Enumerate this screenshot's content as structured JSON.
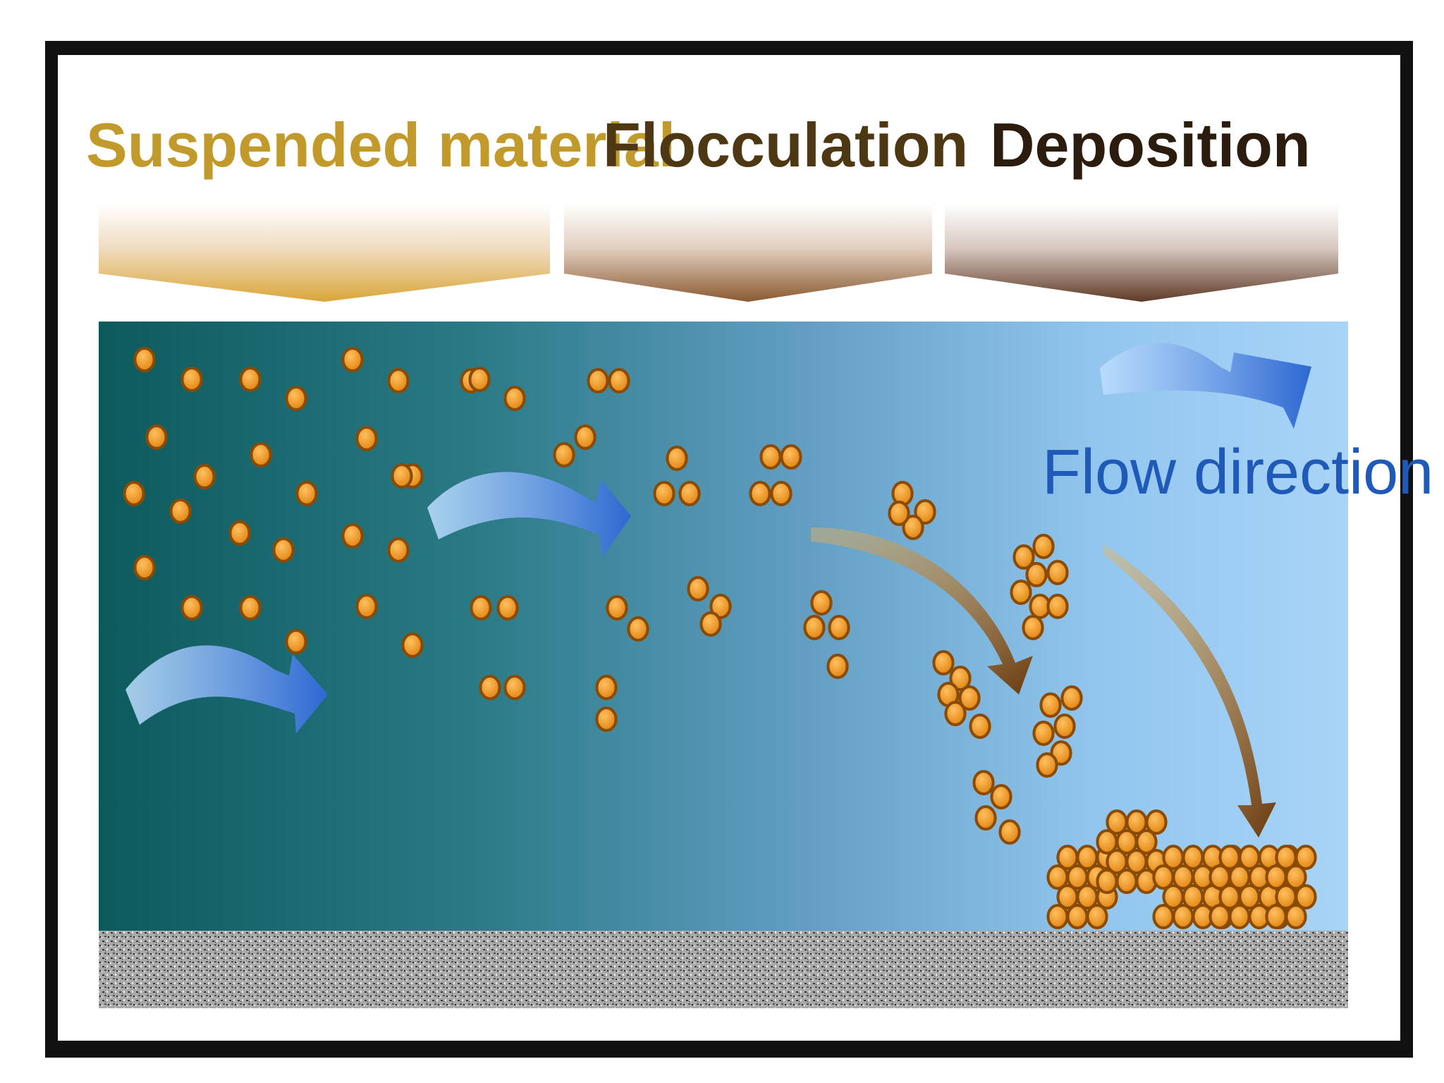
{
  "stages": [
    {
      "label": "Suspended material",
      "text_color": "#c29a2c"
    },
    {
      "label": "Flocculation",
      "text_color": "#4e3814"
    },
    {
      "label": "Deposition",
      "text_color": "#2c1c0e"
    }
  ],
  "flow_label": "Flow direction",
  "colors": {
    "frame": "#111111",
    "water_left": "#0f5c5f",
    "water_right": "#a6d3f6",
    "particle_fill": "#f39a1a",
    "particle_stroke": "#8a4a00",
    "flow_arrow": "#2c6fd6",
    "flow_label": "#1f5ab8",
    "settling_arrow": "#b0701a",
    "bed": "#9a9a9a"
  },
  "icons": {
    "flow": "wavy-right-arrow-icon",
    "settle": "curved-down-arrow-icon",
    "particle": "circle-particle-icon"
  }
}
